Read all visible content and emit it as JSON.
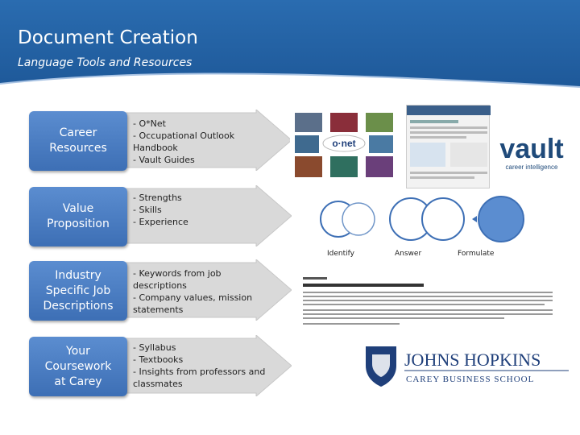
{
  "header": {
    "title": "Document Creation",
    "subtitle": "Language Tools and Resources"
  },
  "rows": [
    {
      "label": "Career\nResources",
      "items": [
        "- O*Net",
        "- Occupational Outlook\n   Handbook",
        "- Vault Guides"
      ]
    },
    {
      "label": "Value\nProposition",
      "items": [
        "- Strengths",
        "- Skills",
        "- Experience"
      ]
    },
    {
      "label": "Industry\nSpecific Job\nDescriptions",
      "items": [
        "- Keywords from job\n   descriptions",
        "- Company values, mission\n   statements"
      ]
    },
    {
      "label": "Your\nCoursework\nat Carey",
      "items": [
        "- Syllabus",
        "- Textbooks",
        "- Insights from professors and\n   classmates"
      ]
    }
  ],
  "images": {
    "onet_logo": "o·net",
    "vault_logo": "vault",
    "vault_tagline": "career intelligence",
    "jhu_name": "JOHNS HOPKINS",
    "jhu_school": "CAREY BUSINESS SCHOOL"
  },
  "process": {
    "labels": [
      "Identify",
      "Answer",
      "Formulate"
    ]
  },
  "colors": {
    "header_blue": "#2366aa",
    "box_blue": "#4a7dc2",
    "arrow_gray": "#d9d9d9",
    "jhu_navy": "#1f3f7a"
  }
}
